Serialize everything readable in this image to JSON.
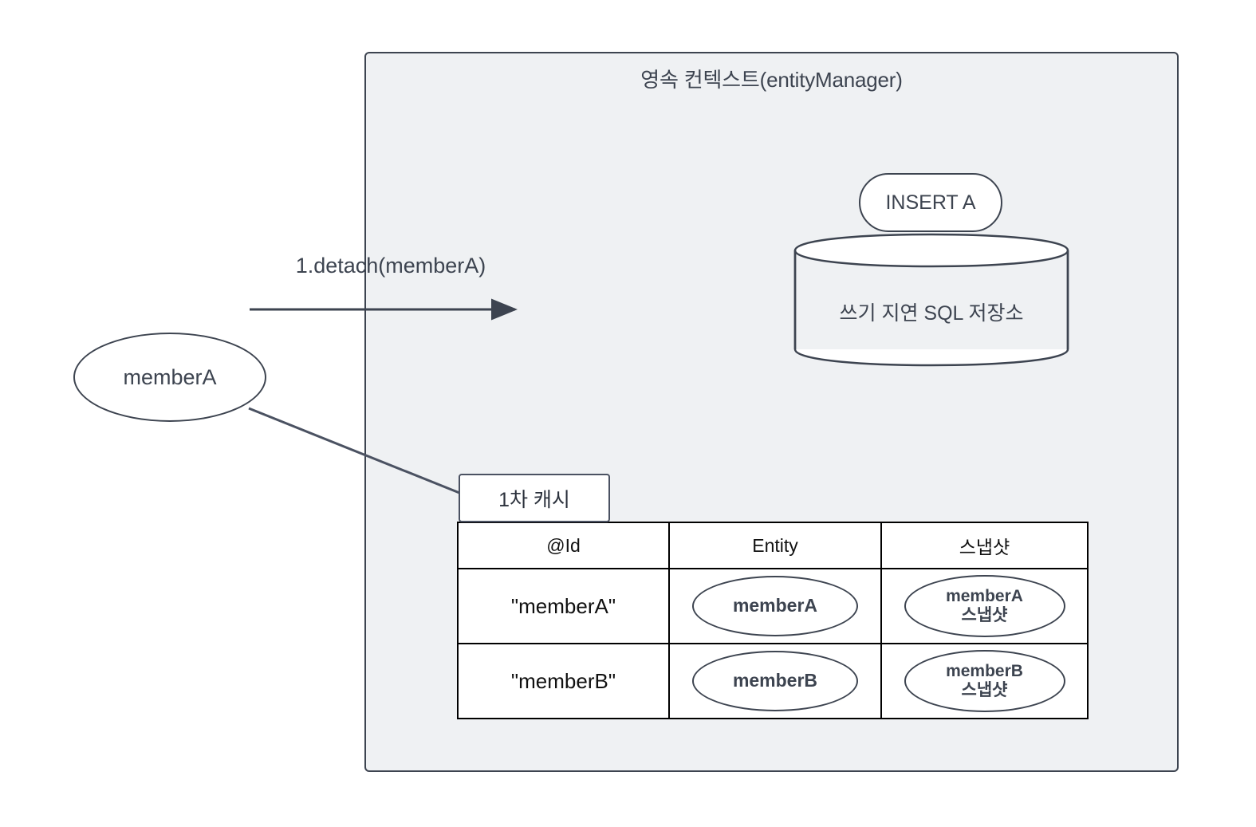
{
  "diagram": {
    "title": "영속 컨텍스트(entityManager)",
    "background_color": "#ffffff",
    "container_color": "#eff1f3",
    "stroke_color": "#3d4450"
  },
  "sql_store": {
    "pending_statement": "INSERT A",
    "cylinder_label": "쓰기 지연 SQL 저장소"
  },
  "detached": {
    "entity_label": "memberA"
  },
  "operation": {
    "arrow_label": "1.detach(memberA)"
  },
  "first_level_cache": {
    "tag_label": "1차 캐시",
    "columns": [
      "@Id",
      "Entity",
      "스냅샷"
    ],
    "rows": [
      {
        "id": "\"memberA\"",
        "entity": "memberA",
        "snapshot_line1": "memberA",
        "snapshot_line2": "스냅샷"
      },
      {
        "id": "\"memberB\"",
        "entity": "memberB",
        "snapshot_line1": "memberB",
        "snapshot_line2": "스냅샷"
      }
    ]
  }
}
